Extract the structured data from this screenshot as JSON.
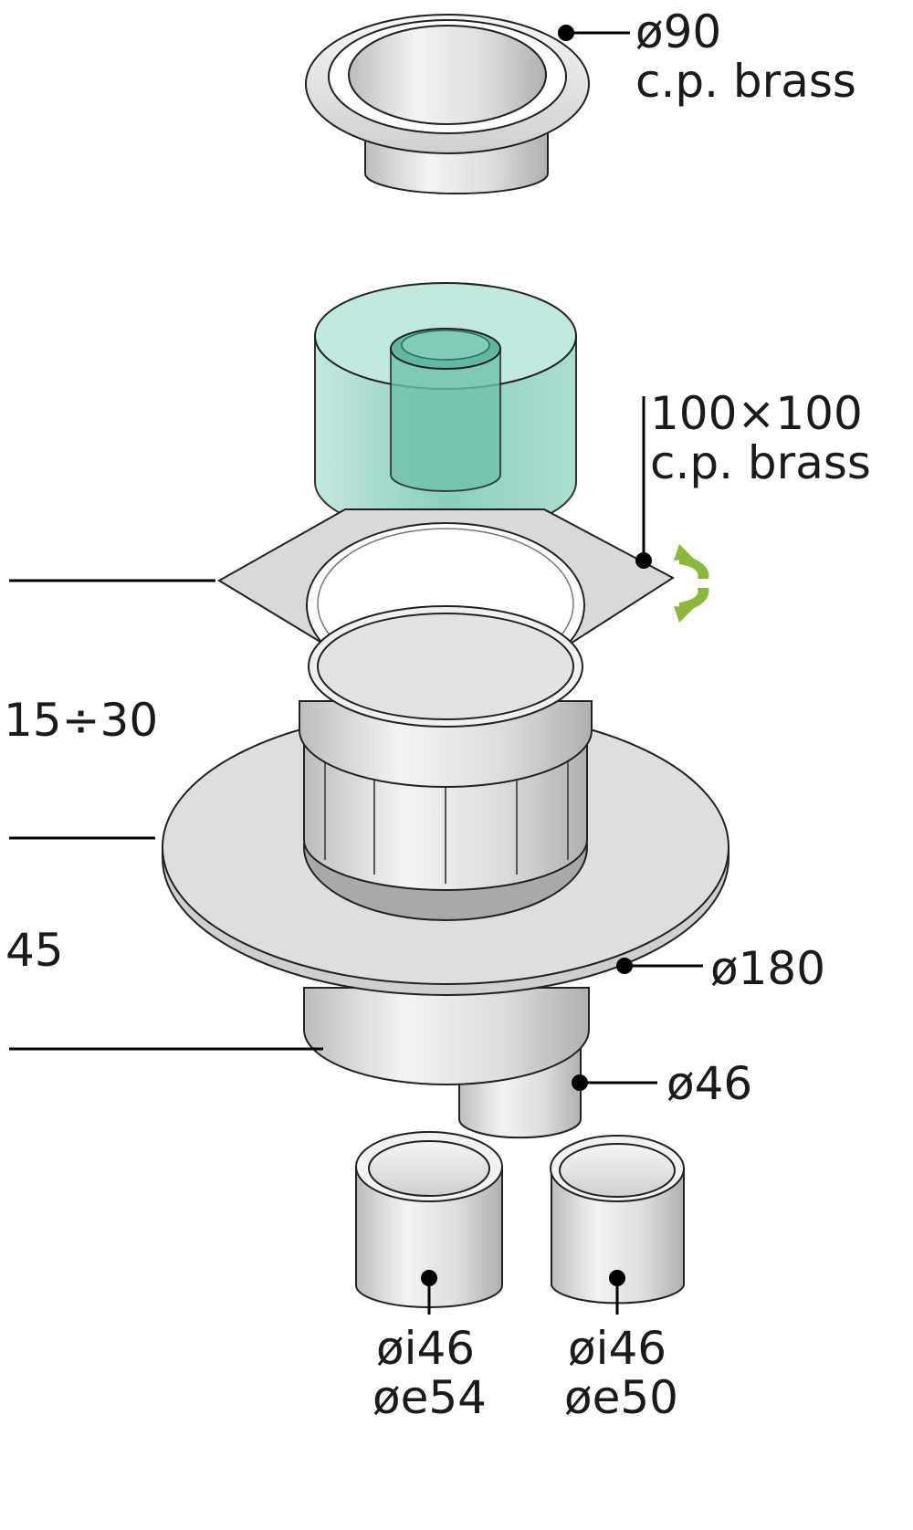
{
  "labels": {
    "top_cover_diameter": "ø90",
    "top_cover_material": "c.p. brass",
    "grate_size": "100×100",
    "grate_material": "c.p. brass",
    "height_range": "15÷30",
    "body_height": "45",
    "flange_diameter": "ø180",
    "outlet_diameter": "ø46",
    "adapter_left_inner": "øi46",
    "adapter_left_outer": "øe54",
    "adapter_right_inner": "øi46",
    "adapter_right_outer": "øe50"
  },
  "colors": {
    "metal_light": "#eeeeee",
    "metal_mid": "#d4d4d4",
    "metal_dark": "#a9a9a9",
    "trap_green": "#7fcdb9",
    "rotate_arrow": "#8cb83a"
  }
}
